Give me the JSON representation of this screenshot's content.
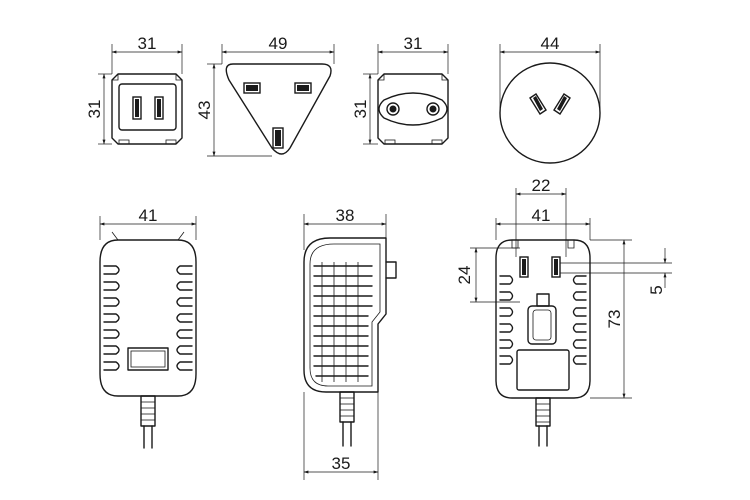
{
  "dimensions": {
    "us_plug_width": "31",
    "us_plug_height": "31",
    "uk_plug_width": "49",
    "uk_plug_height": "43",
    "eu_plug_width": "31",
    "eu_plug_height": "31",
    "au_plug_diameter": "44",
    "front_width": "41",
    "side_top_depth": "38",
    "side_bottom_depth": "35",
    "back_pin_spacing": "22",
    "back_width": "41",
    "back_pin_length": "24",
    "back_pin_thickness": "5",
    "back_height": "73"
  }
}
